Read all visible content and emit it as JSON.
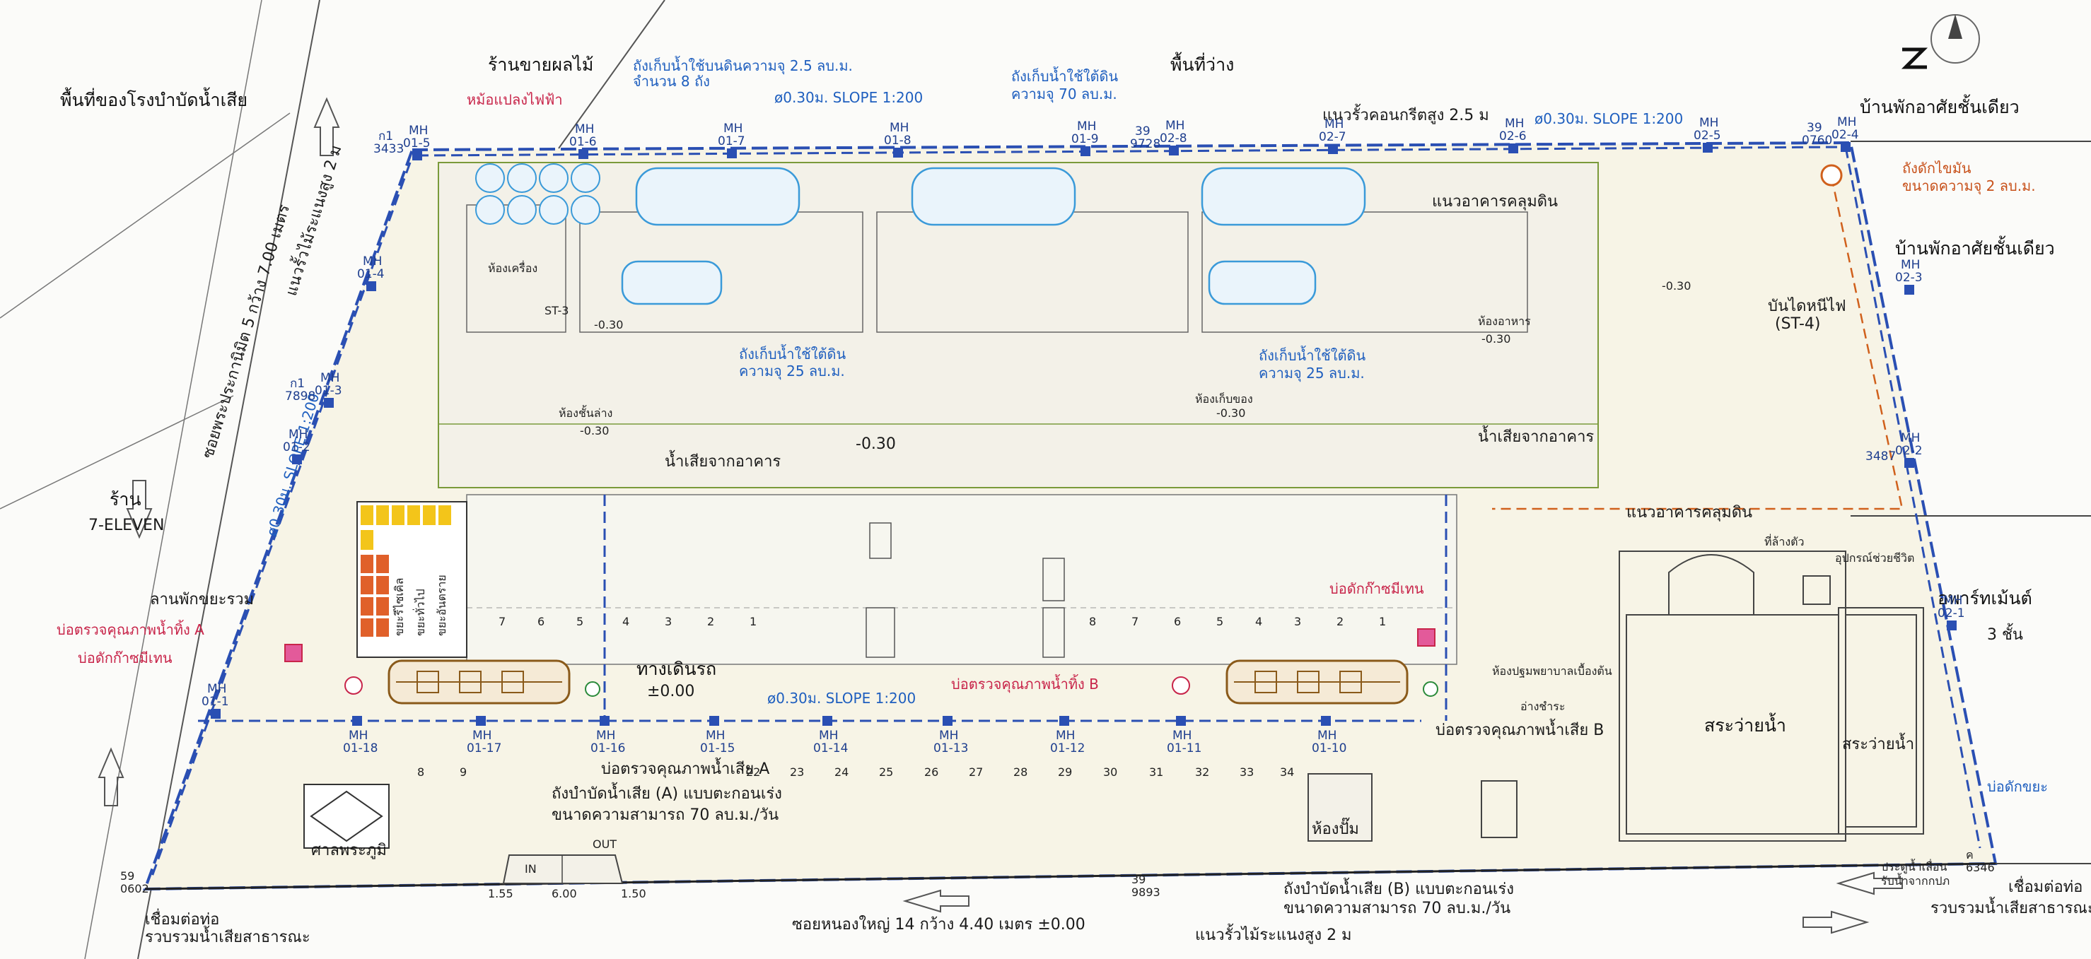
{
  "colors": {
    "pipe_blue": "#2a4fb3",
    "tank_blue": "#3a9ad9",
    "wall_black": "#222222",
    "building_green": "#7a9a3a",
    "drain_orange": "#d0601c",
    "treatment_brown": "#8a5a1a",
    "label_red": "#c8254a",
    "bin_yellow": "#f3c51a",
    "bin_orange": "#e0602a"
  },
  "north_symbol": "north-arrow-icon",
  "labels": {
    "top_left_area": "พื้นที่ของโรงบำบัดน้ำเสีย",
    "fruit_shop": "ร้านขายผลไม้",
    "transformer": "หม้อแปลงไฟฟ้า",
    "tank_top_left": "ถังเก็บน้ำใช้บนดินความจุ 2.5 ลบ.ม.",
    "tank_top_left_count": "จำนวน 8 ถัง",
    "slope_top1": "ø0.30ม. SLOPE 1:200",
    "tank_top_mid": "ถังเก็บน้ำใช้ใต้ดิน",
    "tank_top_mid_cap": "ความจุ 70 ลบ.ม.",
    "empty_area": "พื้นที่ว่าง",
    "concrete_wall": "แนวรั้วคอนกรีตสูง 2.5 ม",
    "slope_top2": "ø0.30ม. SLOPE 1:200",
    "house_top_right": "บ้านพักอาศัยชั้นเดียว",
    "grease_tank": "ถังดักไขมัน",
    "grease_tank_cap": "ขนาดความจุ 2 ลบ.ม.",
    "house_right": "บ้านพักอาศัยชั้นเดียว",
    "fire_stair": "บันไดหนีไฟ",
    "fire_stair_code": "(ST-4)",
    "street_left": "ซอยพระประกานิมิต 5 กว้าง 7.00 เมตร",
    "wall_left": "แนวรั้วไม้ระแนงสูง 2 ม",
    "slope_left": "ø0.30ม. SLOPE 1:200",
    "tank_left_under": "ถังเก็บน้ำใช้ใต้ดิน",
    "tank_left_under_cap": "ความจุ 25 ลบ.ม.",
    "tank_right_under": "ถังเก็บน้ำใช้ใต้ดิน",
    "tank_right_under_cap": "ความจุ 25 ลบ.ม.",
    "basement_line": "แนวอาคารคลุมดิน",
    "basement_line2": "แนวอาคารคลุมดิน",
    "waste_from_bldg_left": "น้ำเสียจากอาคาร",
    "waste_from_bldg_right": "น้ำเสียจากอาคาร",
    "shop": "ร้าน",
    "seven_eleven": "7-ELEVEN",
    "garbage_area": "ลานพักขยะรวม",
    "inspect_a": "บ่อตรวจคุณภาพน้ำทิ้ง A",
    "trap_left": "บ่อดักก๊าซมีเทน",
    "walkway": "ทางเดินรถ",
    "walkway_level": "±0.00",
    "slope_bottom": "ø0.30ม. SLOPE 1:200",
    "inspect_b": "บ่อตรวจคุณภาพน้ำทิ้ง B",
    "trap_right": "บ่อดักก๊าซมีเทน",
    "inspect_waste_a": "บ่อตรวจคุณภาพน้ำเสีย A",
    "inspect_waste_b": "บ่อตรวจคุณภาพน้ำเสีย B",
    "treat_a": "ถังบำบัดน้ำเสีย (A) แบบตะกอนเร่ง",
    "treat_a_cap": "ขนาดความสามารถ 70 ลบ.ม./วัน",
    "treat_b": "ถังบำบัดน้ำเสีย (B) แบบตะกอนเร่ง",
    "treat_b_cap": "ขนาดความสามารถ 70 ลบ.ม./วัน",
    "shrine": "ศาลพระภูมิ",
    "pump_room": "ห้องปั๊ม",
    "pool1": "สระว่ายน้ำ",
    "pool2": "สระว่ายน้ำ",
    "apartment": "อพาร์ทเม้นต์",
    "apartment_floors": "3 ชั้น",
    "life_saving": "อุปกรณ์ช่วยชีวิต",
    "foot_wash": "ที่ล้างตัว",
    "first_aid": "ห้องปฐมพยาบาลเบื้องต้น",
    "shower": "อ่างชำระ",
    "garbage_pit": "บ่อดักขยะ",
    "overflow": "ประตูน้ำเลื่อน",
    "overflow2": "รับน้ำจากกปภ",
    "connect_left": "เชื่อมต่อท่อ",
    "connect_left2": "รวบรวมน้ำเสียสาธารณะ",
    "connect_right": "เชื่อมต่อท่อ",
    "connect_right2": "รวบรวมน้ำเสียสาธารณะ",
    "street_bottom": "ซอยหนองใหญ่ 14 กว้าง 4.40 เมตร ±0.00",
    "wall_bottom": "แนวรั้วไม้ระแนงสูง 2 ม",
    "in_label": "IN",
    "out_label": "OUT",
    "dim1": "1.55",
    "dim2": "6.00",
    "dim3": "1.50",
    "lvl_mid": "-0.30"
  },
  "manholes_top": [
    {
      "id": "01-5",
      "ref": "ก1",
      "elev": "3433"
    },
    {
      "id": "01-6"
    },
    {
      "id": "01-7"
    },
    {
      "id": "01-8"
    },
    {
      "id": "01-9"
    },
    {
      "id": "02-8",
      "ref": "39",
      "elev": "9728"
    },
    {
      "id": "02-7"
    },
    {
      "id": "02-6"
    },
    {
      "id": "02-5"
    },
    {
      "id": "02-4",
      "ref": "39",
      "elev": "0760"
    }
  ],
  "manholes_left": [
    {
      "id": "01-4"
    },
    {
      "id": "01-3",
      "ref": "ก1",
      "elev": "7898"
    },
    {
      "id": "01-2"
    },
    {
      "id": "01-1"
    }
  ],
  "manholes_right": [
    {
      "id": "02-3"
    },
    {
      "id": "02-2",
      "elev": "3487"
    },
    {
      "id": "02-1"
    }
  ],
  "manholes_bottom": [
    {
      "id": "01-18"
    },
    {
      "id": "01-17"
    },
    {
      "id": "01-16"
    },
    {
      "id": "01-15"
    },
    {
      "id": "01-14"
    },
    {
      "id": "01-13"
    },
    {
      "id": "01-12"
    },
    {
      "id": "01-11"
    },
    {
      "id": "01-10"
    }
  ],
  "mh_prefix": "MH",
  "corner_marks": {
    "bottom_left_ref": "59",
    "bottom_left_elev": "0602",
    "bottom_mid_ref": "39",
    "bottom_mid_elev": "9893",
    "bottom_right_ref": "ค",
    "bottom_right_elev": "6346"
  },
  "parking_numbers": [
    "8",
    "9",
    "22",
    "23",
    "24",
    "25",
    "26",
    "27",
    "28",
    "29",
    "30",
    "31",
    "32",
    "33",
    "34"
  ],
  "upper_parking_numbers": [
    "7",
    "6",
    "5",
    "4",
    "3",
    "2",
    "1",
    "8",
    "7",
    "6",
    "5",
    "4",
    "3",
    "2",
    "1"
  ],
  "bin_sign_texts": [
    "ขยะรีไซเคิล",
    "ขยะทั่วไป",
    "ขยะอันตราย"
  ],
  "room_texts": [
    "ห้องเครื่อง",
    "ST-3",
    "-0.30",
    "ห้องชั้นล่าง",
    "-0.30",
    "ห้องเก็บของ",
    "-0.30",
    "ห้องอาหาร",
    "-0.30",
    "-0.30"
  ]
}
